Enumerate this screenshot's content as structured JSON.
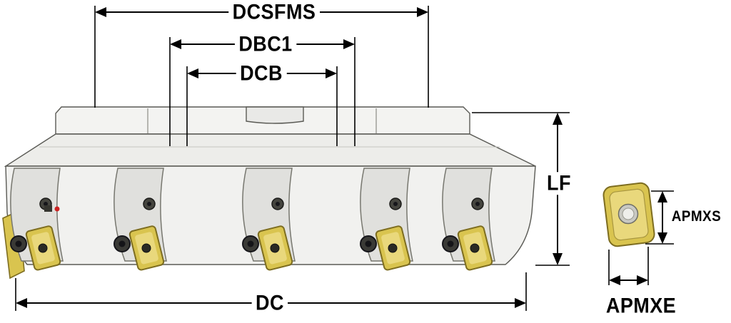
{
  "diagram": {
    "type": "technical-dimension-drawing",
    "subject": "Indexable face milling cutter with separate insert detail",
    "labels": {
      "dcsfms": "DCSFMS",
      "dbc1": "DBC1",
      "dcb": "DCB",
      "lf": "LF",
      "dc": "DC",
      "apmxs": "APMXS",
      "apmxe": "APMXE"
    },
    "colors": {
      "dimension_line": "#000000",
      "body": "#f1f1ef",
      "body_cap": "#f3f3f1",
      "body_flare": "#ededea",
      "pocket": "#e0e0dd",
      "insert": "#d9c44f",
      "insert_light": "#e9d87c",
      "insert_edge": "#7d6d20",
      "screw": "#3a3a36",
      "screw_core": "#141418",
      "red_mark": "#cc2222",
      "background": "#ffffff"
    },
    "insert_station_count": 5
  }
}
